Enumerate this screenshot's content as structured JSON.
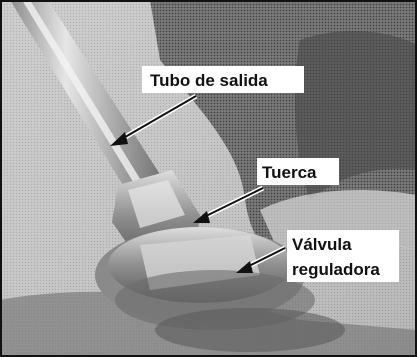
{
  "labels": {
    "outlet_tube": "Tubo de salida",
    "nut": "Tuerca",
    "regulator_valve_line1": "Válvula",
    "regulator_valve_line2": "reguladora"
  },
  "colors": {
    "photo_light": "#d9d9d9",
    "photo_mid": "#a8a8a8",
    "photo_dark": "#3a3a3a",
    "label_bg": "#ffffff",
    "border": "#111111"
  }
}
